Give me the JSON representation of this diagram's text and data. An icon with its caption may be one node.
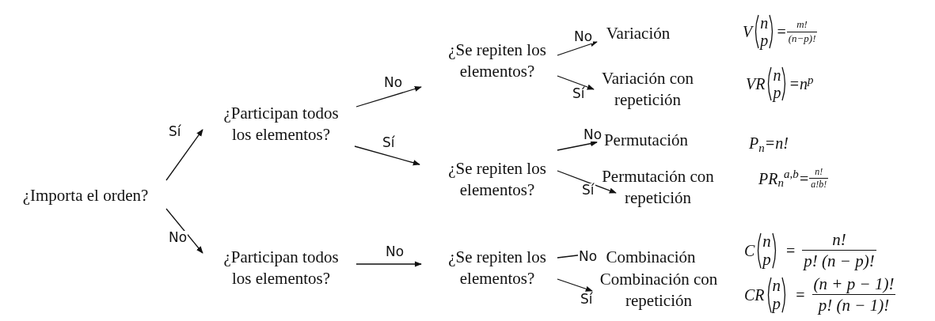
{
  "diagram": {
    "nodes": [
      {
        "text": [
          "¿Importa el orden?"
        ]
      },
      {
        "text": [
          "¿Participan todos los elementos?"
        ]
      },
      {
        "text": [
          "¿Participan todos los elementos?"
        ]
      },
      {
        "text": [
          "¿Se repiten los elementos?"
        ]
      },
      {
        "text": [
          "¿Se repiten los elementos?"
        ]
      },
      {
        "text": [
          "¿Se repiten los elementos?"
        ]
      },
      {
        "text": [
          "Variación"
        ],
        "beside": [
          "V",
          "n",
          "p",
          "=",
          "m!",
          "(n−p)!"
        ]
      },
      {
        "text": [
          "Variación con repetición"
        ],
        "beside": [
          "VR",
          "n",
          "p",
          "=n$^{p}$"
        ]
      },
      {
        "text": [
          "Permutación"
        ],
        "beside": [
          "P$_{n}$=n!"
        ]
      },
      {
        "text": [
          "Permutación con repetición"
        ],
        "beside": [
          "PR$_{n}$$^{a,b}$",
          "=",
          "n!",
          "a!b!"
        ]
      },
      {
        "text": [
          "Combinación"
        ],
        "beside": [
          "C",
          "n",
          "p",
          "=",
          "n!",
          "p! (n − p)!"
        ]
      },
      {
        "text": [
          "Combinación con repetición"
        ],
        "beside": [
          "CR",
          "n",
          "p",
          "=",
          "(n + p − 1)!",
          "p! (n − 1)!"
        ]
      }
    ],
    "edges": [
      {
        "from": 0,
        "to": 1,
        "arrow": "to",
        "label": "Sí"
      },
      {
        "from": 0,
        "to": 2,
        "arrow": "to",
        "label": "No"
      },
      {
        "from": 1,
        "to": 3,
        "arrow": "to",
        "label": "No"
      },
      {
        "from": 1,
        "to": 4,
        "arrow": "to",
        "label": "Sí"
      },
      {
        "from": 2,
        "to": 5,
        "arrow": "to",
        "label": "No"
      },
      {
        "from": 3,
        "to": 6,
        "arrow": "to",
        "label": "No"
      },
      {
        "from": 3,
        "to": 7,
        "arrow": "to",
        "label": "Sí"
      },
      {
        "from": 4,
        "to": 8,
        "arrow": "to",
        "label": "No"
      },
      {
        "from": 4,
        "to": 9,
        "arrow": "to",
        "label": "Sí"
      },
      {
        "from": 5,
        "to": 10,
        "arrow": "to",
        "label": "No"
      },
      {
        "from": 5,
        "to": 11,
        "arrow": "to",
        "label": "Sí"
      }
    ]
  }
}
